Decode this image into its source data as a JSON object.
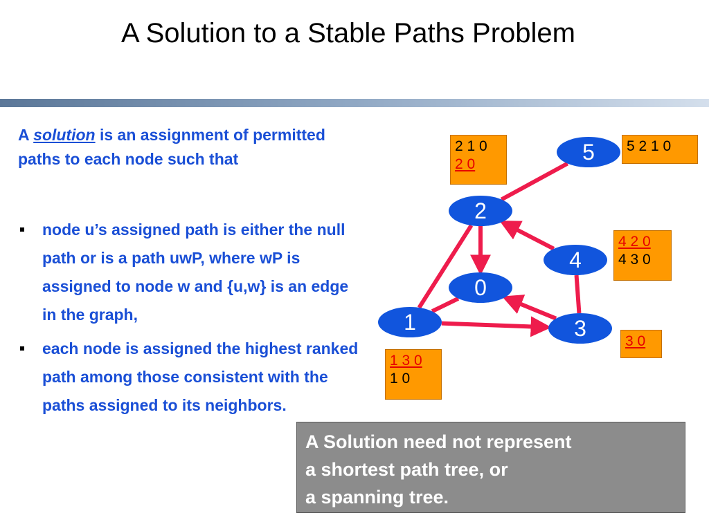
{
  "title": "A Solution to a Stable Paths Problem",
  "intro": {
    "lead": "A ",
    "term": "solution",
    "rest": " is an assignment of permitted paths to each node such that"
  },
  "bullets": [
    "node u’s assigned path is either the null path or is a path uwP, where wP is assigned to node w and {u,w} is an edge in the graph,",
    "each node is assigned the highest ranked path among those consistent with the paths assigned to its neighbors."
  ],
  "graph": {
    "nodes": [
      {
        "id": "0",
        "label": "0"
      },
      {
        "id": "1",
        "label": "1"
      },
      {
        "id": "2",
        "label": "2"
      },
      {
        "id": "3",
        "label": "3"
      },
      {
        "id": "4",
        "label": "4"
      },
      {
        "id": "5",
        "label": "5"
      }
    ],
    "edges": [
      {
        "from": "1",
        "to": "2",
        "assigned": true,
        "directed": false
      },
      {
        "from": "2",
        "to": "5",
        "assigned": true,
        "directed": false
      },
      {
        "from": "1",
        "to": "0",
        "assigned": true,
        "directed": false
      },
      {
        "from": "2",
        "to": "0",
        "assigned": true,
        "directed": true
      },
      {
        "from": "1",
        "to": "3",
        "assigned": true,
        "directed": true
      },
      {
        "from": "4",
        "to": "2",
        "assigned": true,
        "directed": true
      },
      {
        "from": "3",
        "to": "0",
        "assigned": true,
        "directed": true
      },
      {
        "from": "4",
        "to": "3",
        "assigned": true,
        "directed": false
      }
    ],
    "edge_color": "#ee1c4c",
    "node_color": "#1155dd"
  },
  "path_lists": {
    "node2": [
      {
        "text": "2 1 0",
        "selected": false
      },
      {
        "text": "2 0",
        "selected": true
      }
    ],
    "node5": [
      {
        "text": "5 2 1 0",
        "selected": false
      }
    ],
    "node4": [
      {
        "text": "4 2 0",
        "selected": true
      },
      {
        "text": "4 3 0",
        "selected": false
      }
    ],
    "node3": [
      {
        "text": "3 0",
        "selected": true
      }
    ],
    "node1": [
      {
        "text": "1 3 0",
        "selected": true
      },
      {
        "text": "1 0",
        "selected": false
      }
    ]
  },
  "note": {
    "lines": [
      "A Solution need not represent",
      "a shortest path tree, or",
      "a spanning tree."
    ]
  }
}
